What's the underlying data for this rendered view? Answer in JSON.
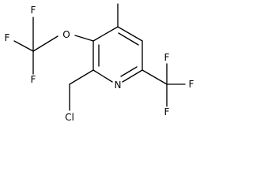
{
  "molecule": {
    "atoms": {
      "f_top": "F",
      "f_left": "F",
      "f_bottom": "F",
      "o_ether": "O",
      "n_ring": "N",
      "f_right_top": "F",
      "f_right_side": "F",
      "f_right_bottom": "F",
      "cl": "Cl"
    }
  }
}
